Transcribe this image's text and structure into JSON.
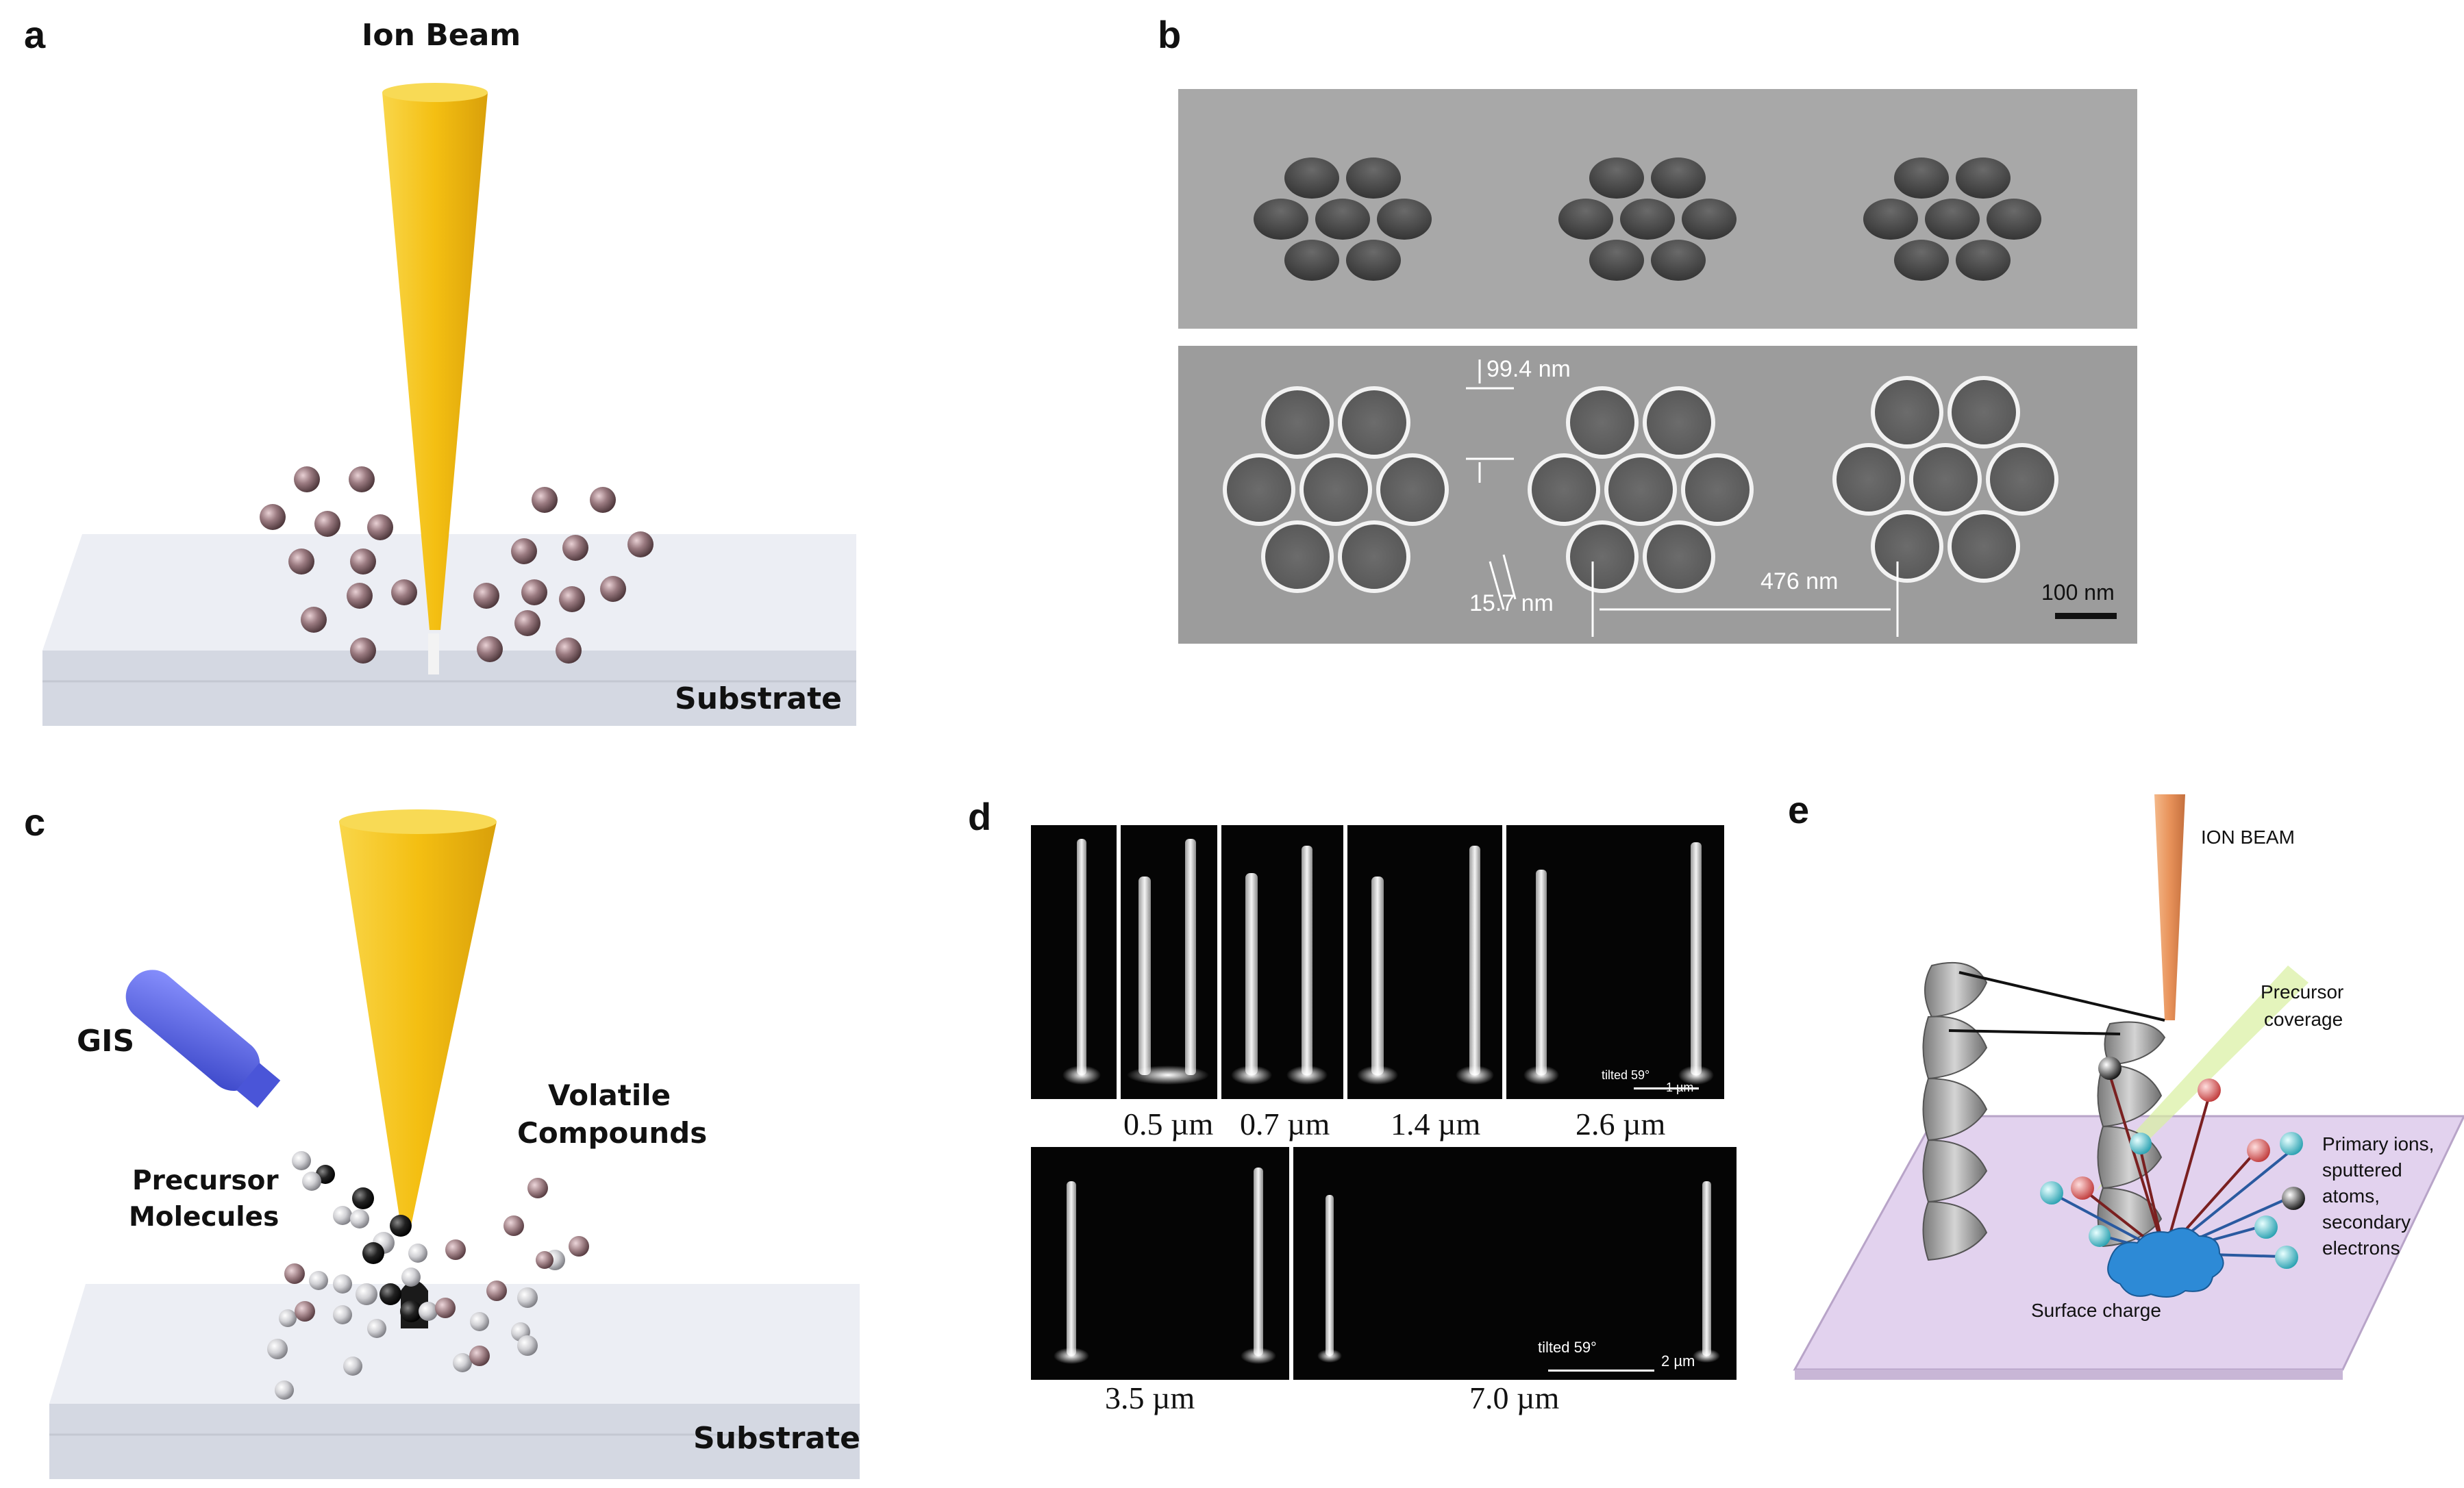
{
  "panels": {
    "a": {
      "letter": "a",
      "ion_beam": "Ion Beam",
      "substrate": "Substrate"
    },
    "b": {
      "letter": "b",
      "dim_top": "99.4 nm",
      "dim_gap": "15.7 nm",
      "dim_pitch": "476 nm",
      "scalebar": "100 nm"
    },
    "c": {
      "letter": "c",
      "gis": "GIS",
      "precursor": [
        "Precursor",
        "Molecules"
      ],
      "volatile": [
        "Volatile",
        "Compounds"
      ],
      "substrate": "Substrate"
    },
    "d": {
      "letter": "d",
      "top_labels": [
        "0.5 µm",
        "0.7 µm",
        "1.4 µm",
        "2.6 µm"
      ],
      "bottom_labels": [
        "3.5 µm",
        "7.0 µm"
      ],
      "tilt_top": "tilted 59°",
      "scale_top": "1 µm",
      "tilt_bottom": "tilted 59°",
      "scale_bottom": "2 µm"
    },
    "e": {
      "letter": "e",
      "ion_beam": "ION BEAM",
      "precursor": [
        "Precursor",
        "coverage"
      ],
      "primary": [
        "Primary ions,",
        "sputtered",
        "atoms,",
        "secondary",
        "electrons"
      ],
      "surface_charge": "Surface charge"
    }
  },
  "colors": {
    "beam": "#f5c518",
    "particle": "#8a6a70",
    "substrate": "#e6e9f0",
    "gis": "#5a66e0",
    "e_plate": "#e2d2ee",
    "e_charge": "#2d8ad6"
  }
}
